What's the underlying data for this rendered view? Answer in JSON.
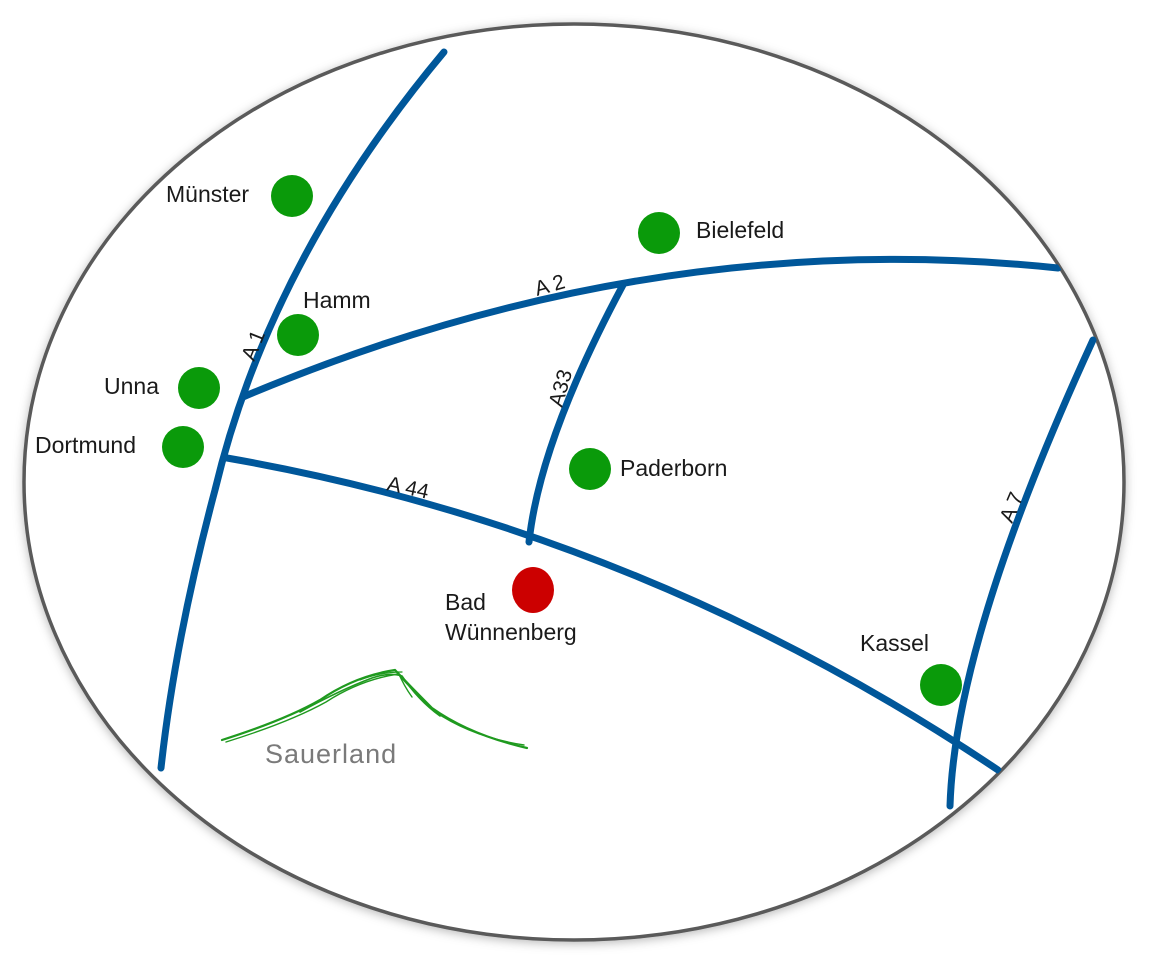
{
  "colors": {
    "road": "#00579a",
    "city_marker": "#0a9a0a",
    "highlight_marker": "#cc0000",
    "border": "#5a5a5a",
    "mountain": "#1f9a1f"
  },
  "roads": {
    "a1": "A 1",
    "a2": "A 2",
    "a33": "A33",
    "a44": "A 44",
    "a7": "A 7"
  },
  "cities": {
    "muenster": "Münster",
    "bielefeld": "Bielefeld",
    "hamm": "Hamm",
    "unna": "Unna",
    "dortmund": "Dortmund",
    "paderborn": "Paderborn",
    "kassel": "Kassel"
  },
  "highlight": {
    "line1": "Bad",
    "line2": "Wünnenberg"
  },
  "region_logo": {
    "text": "Sauerland",
    "icon": "mountain-icon"
  }
}
